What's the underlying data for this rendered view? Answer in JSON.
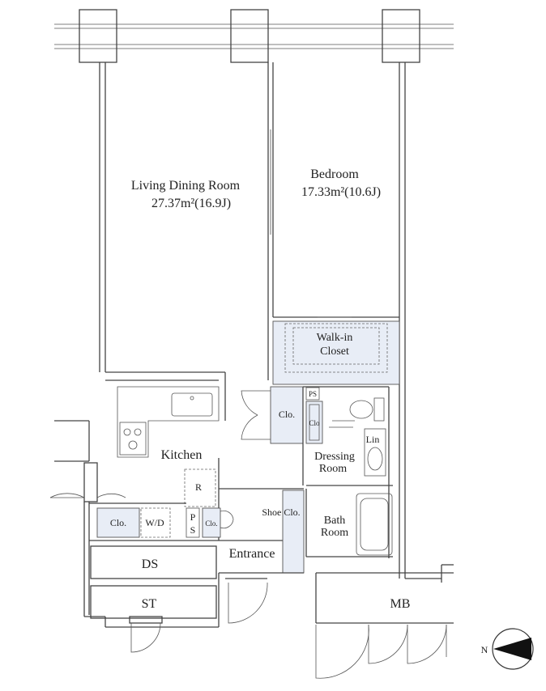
{
  "rooms": {
    "living_dining": {
      "name": "Living Dining Room",
      "area": "27.37m²(16.9J)"
    },
    "bedroom": {
      "name": "Bedroom",
      "area": "17.33m²(10.6J)"
    },
    "walk_in_closet": {
      "line1": "Walk-in",
      "line2": "Closet"
    },
    "kitchen": "Kitchen",
    "dressing_room": {
      "line1": "Dressing",
      "line2": "Room"
    },
    "bath_room": {
      "line1": "Bath",
      "line2": "Room"
    },
    "entrance": "Entrance",
    "ds": "DS",
    "st": "ST",
    "mb": "MB"
  },
  "fixtures": {
    "clo_main": "Clo.",
    "clo_small": "Clo",
    "clo_kitchen": "Clo.",
    "clo_entrance": "Clo.",
    "ps_top": "PS",
    "ps_kitchen_p": "P",
    "ps_kitchen_s": "S",
    "lin": "Lin",
    "refrigerator": "R",
    "washer_dryer": "W/D",
    "shoe_clo": "Shoe Clo."
  },
  "compass": {
    "label": "N"
  },
  "colors": {
    "closet_fill": "#e8edf6",
    "wall": "#444444",
    "background": "#ffffff"
  }
}
